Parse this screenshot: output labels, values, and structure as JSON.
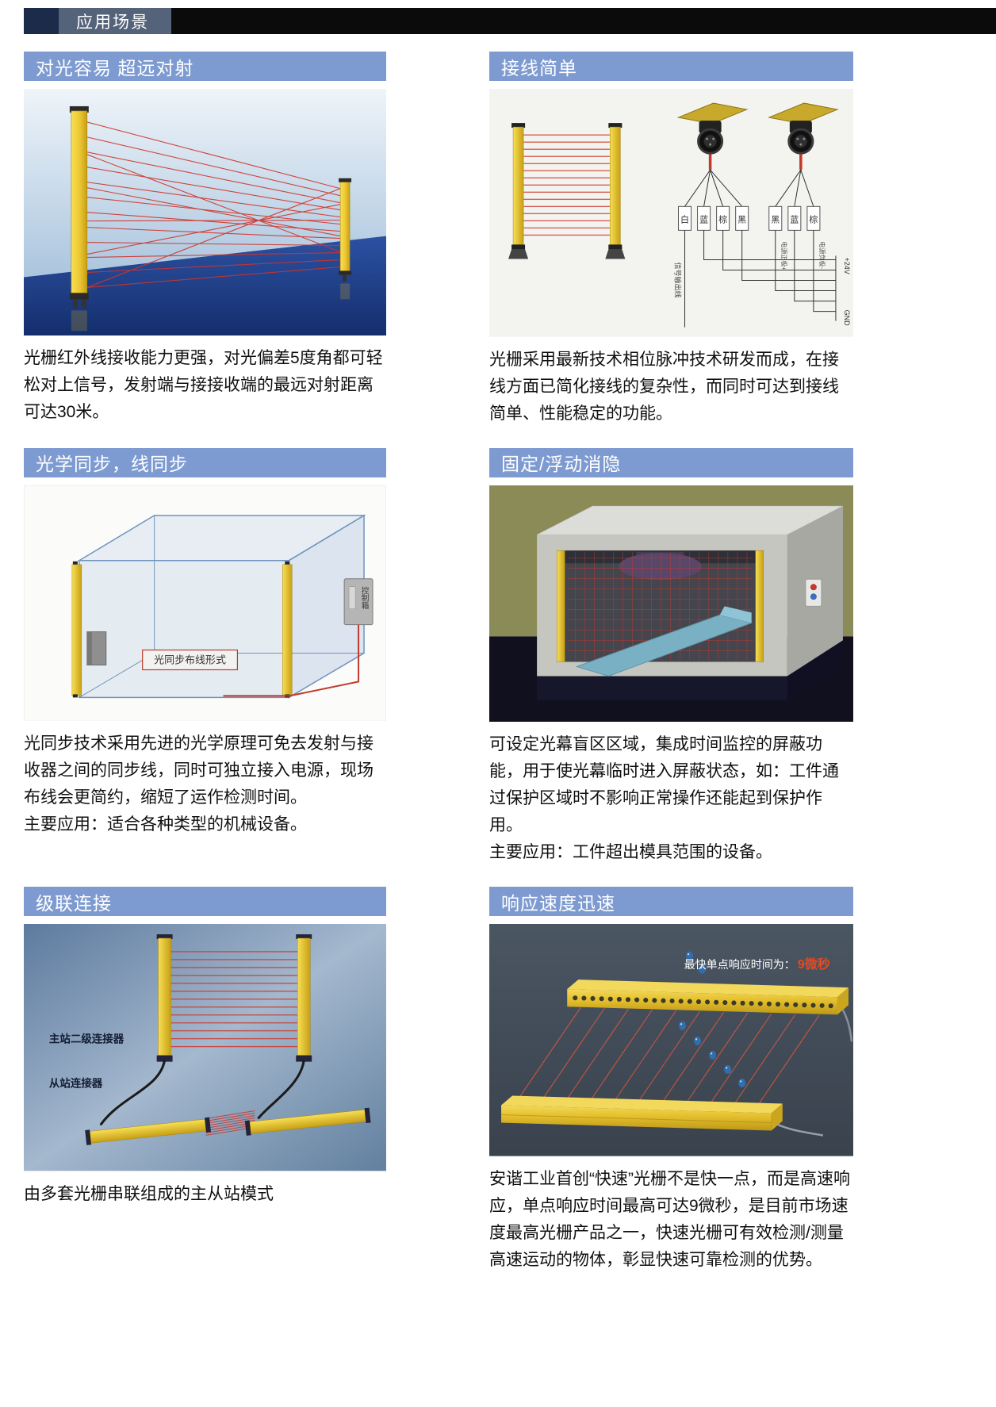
{
  "page_header": {
    "title": "应用场景"
  },
  "colors": {
    "section_header_bg": "#7e9bd1",
    "accent_red": "#d0342a",
    "bar_yellow": "#e8c832",
    "top_bar_black": "#0b0b0b"
  },
  "sections": [
    {
      "title": "对光容易 超远对射",
      "paragraphs": [
        "光栅红外线接收能力更强，对光偏差5度角都可轻松对上信号，发射端与接接收端的最远对射距离可达30米。"
      ]
    },
    {
      "title": "接线简单",
      "paragraphs": [
        "光栅采用最新技术相位脉冲技术研发而成，在接线方面已简化接线的复杂性，而同时可达到接线简单、性能稳定的功能。"
      ],
      "figure": {
        "wire_labels_left": [
          "白",
          "蓝",
          "棕",
          "黑"
        ],
        "wire_labels_right": [
          "黑",
          "蓝",
          "棕"
        ],
        "signal_label": "信号输出线",
        "power_plus_label": "电源正极+",
        "power_minus_label": "电源负极-",
        "rail_top": "+24V",
        "rail_bottom": "GND"
      }
    },
    {
      "title": "光学同步，线同步",
      "paragraphs": [
        "光同步技术采用先进的光学原理可免去发射与接收器之间的同步线，同时可独立接入电源，现场布线会更简约，缩短了运作检测时间。",
        "主要应用：适合各种类型的机械设备。"
      ],
      "figure": {
        "wiring_label": "光同步布线形式",
        "control_box_label": "控制箱"
      }
    },
    {
      "title": "固定/浮动消隐",
      "paragraphs": [
        "可设定光幕盲区区域，集成时间监控的屏蔽功能，用于使光幕临时进入屏蔽状态，如：工件通过保护区域时不影响正常操作还能起到保护作用。",
        "主要应用：工件超出模具范围的设备。"
      ]
    },
    {
      "title": "级联连接",
      "paragraphs": [
        "由多套光栅串联组成的主从站模式"
      ],
      "figure": {
        "master_label": "主站二级连接器",
        "slave_label": "从站连接器"
      }
    },
    {
      "title": "响应速度迅速",
      "paragraphs": [
        "安谐工业首创“快速”光栅不是快一点，而是高速响应，单点响应时间最高可达9微秒，是目前市场速度最高光栅产品之一，快速光栅可有效检测/测量高速运动的物体，彰显快速可靠检测的优势。"
      ],
      "figure": {
        "speed_label": "最快单点响应时间为：",
        "speed_value": "9微秒"
      }
    }
  ]
}
